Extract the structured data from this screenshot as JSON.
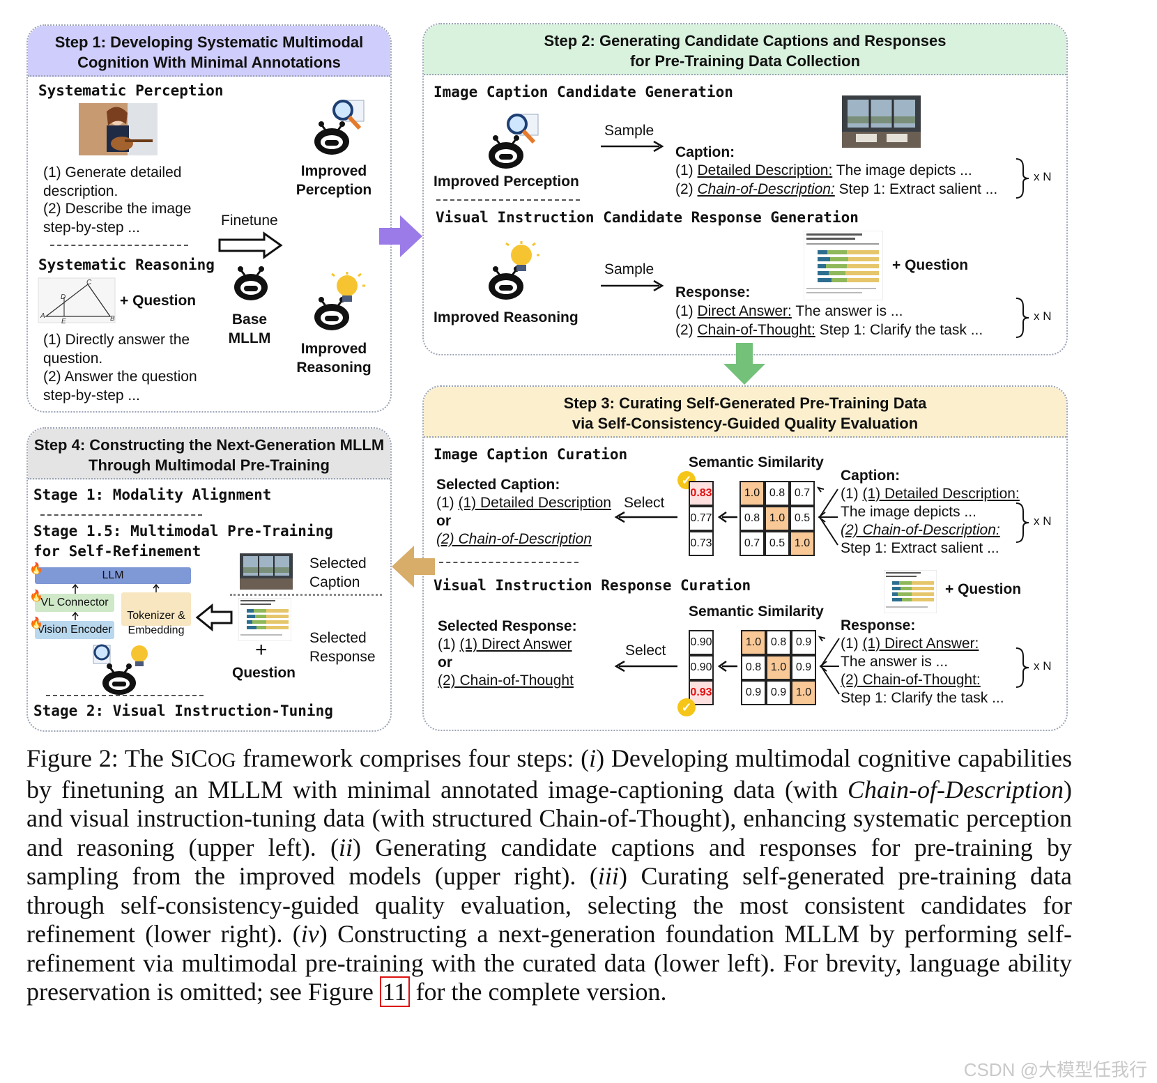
{
  "step1": {
    "title": "Step 1: Developing Systematic Multimodal\nCognition With Minimal Annotations",
    "perception_label": "Systematic Perception",
    "perception_items": [
      "(1) Generate detailed description.",
      "(2) Describe the image step-by-step ..."
    ],
    "reasoning_label": "Systematic Reasoning",
    "plus_question": "+ Question",
    "reasoning_items": [
      "(1) Directly answer the question.",
      "(2) Answer the question step-by-step ..."
    ],
    "finetune": "Finetune",
    "base_mllm": "Base\nMLLM",
    "improved_perception": "Improved\nPerception",
    "improved_reasoning": "Improved\nReasoning",
    "triangle_labels": [
      "A",
      "B",
      "C",
      "D",
      "E"
    ]
  },
  "step2": {
    "title": "Step 2: Generating Candidate Captions and Responses\nfor Pre-Training Data Collection",
    "caption_gen_label": "Image Caption Candidate Generation",
    "improved_perception": "Improved Perception",
    "sample": "Sample",
    "caption_label": "Caption:",
    "caption_items": [
      {
        "num": "(1)",
        "method": "Detailed Description:",
        "text": "The image depicts ..."
      },
      {
        "num": "(2)",
        "method": "Chain-of-Description:",
        "text": "Step 1: Extract salient ..."
      }
    ],
    "xn": "x N",
    "response_gen_label": "Visual Instruction Candidate Response Generation",
    "improved_reasoning": "Improved Reasoning",
    "plus_question": "+ Question",
    "response_label": "Response:",
    "response_items": [
      {
        "num": "(1)",
        "method": "Direct Answer:",
        "text": "The answer is ..."
      },
      {
        "num": "(2)",
        "method": "Chain-of-Thought:",
        "text": "Step 1: Clarify the task ..."
      }
    ]
  },
  "step3": {
    "title": "Step 3: Curating Self-Generated Pre-Training Data\nvia Self-Consistency-Guided Quality Evaluation",
    "caption_curation_label": "Image Caption Curation",
    "selected_caption": "Selected Caption:",
    "sel_cap_1": "(1) Detailed Description",
    "or": "or",
    "sel_cap_2": "(2) Chain-of-Description",
    "select": "Select",
    "semantic_similarity": "Semantic Similarity",
    "cap_scores": [
      "0.83",
      "0.77",
      "0.73"
    ],
    "cap_matrix": [
      [
        "1.0",
        "0.8",
        "0.7"
      ],
      [
        "0.8",
        "1.0",
        "0.5"
      ],
      [
        "0.7",
        "0.5",
        "1.0"
      ]
    ],
    "caption_label": "Caption:",
    "cap_right": [
      "(1) Detailed Description:",
      "The image depicts ...",
      "(2) Chain-of-Description:",
      "Step 1: Extract salient ..."
    ],
    "xn": "x N",
    "response_curation_label": "Visual Instruction Response Curation",
    "plus_question": "+ Question",
    "selected_response": "Selected Response:",
    "sel_resp_1": "(1) Direct Answer",
    "sel_resp_2": "(2) Chain-of-Thought",
    "resp_scores": [
      "0.90",
      "0.90",
      "0.93"
    ],
    "resp_matrix": [
      [
        "1.0",
        "0.8",
        "0.9"
      ],
      [
        "0.8",
        "1.0",
        "0.9"
      ],
      [
        "0.9",
        "0.9",
        "1.0"
      ]
    ],
    "response_label": "Response:",
    "resp_right": [
      "(1) Direct Answer:",
      "The answer is ...",
      "(2) Chain-of-Thought:",
      "Step 1: Clarify the task ..."
    ]
  },
  "step4": {
    "title": "Step 4: Constructing the Next-Generation MLLM\nThrough Multimodal Pre-Training",
    "stage1": "Stage 1: Modality Alignment",
    "stage15": "Stage 1.5: Multimodal Pre-Training\nfor Self-Refinement",
    "llm": "LLM",
    "vl_connector": "VL Connector",
    "tokenizer": "Tokenizer &\nEmbedding",
    "vision_encoder": "Vision Encoder",
    "selected_caption": "Selected\nCaption",
    "selected_response": "Selected\nResponse",
    "plus": "+",
    "question": "Question",
    "stage2": "Stage 2: Visual Instruction-Tuning"
  },
  "caption_html_parts": {
    "p1": "Figure 2: The S",
    "p1sc": "I",
    "p1b": "C",
    "p1c": "OG",
    "p2": " framework comprises four steps: (",
    "i": "i",
    "p3": ") Developing multimodal cognitive capabilities by finetuning an MLLM with minimal annotated image-captioning data (with ",
    "cod": "Chain-of-Description",
    "p4": ") and visual instruction-tuning data (with structured Chain-of-Thought), enhancing systematic perception and reasoning (upper left). (",
    "ii": "ii",
    "p5": ") Generating candidate captions and responses for pre-training by sampling from the improved models (upper right). (",
    "iii": "iii",
    "p6": ") Curating self-generated pre-training data through self-consistency-guided quality evaluation, selecting the most consistent candidates for refinement (lower right). (",
    "iv": "iv",
    "p7": ") Constructing a next-generation foundation MLLM by performing self-refinement via multimodal pre-training with the curated data (lower left). For brevity, language ability preservation is omitted; see Figure ",
    "ref": "11",
    "p8": " for the complete version."
  },
  "watermark": "CSDN @大模型任我行",
  "colors": {
    "step1_head": "#cfcdfb",
    "step2_head": "#d9f2de",
    "step3_head": "#fbefcd",
    "step4_head": "#e4e4e4",
    "purple_arrow": "#9b7be8",
    "green_arrow": "#74c17a",
    "tan_arrow": "#d8ad6a",
    "llm": "#7f98d6",
    "vl": "#cfe8c8",
    "tok": "#f7e6c0",
    "venc": "#b9d8ee",
    "hi_cell": "#f8c896"
  }
}
